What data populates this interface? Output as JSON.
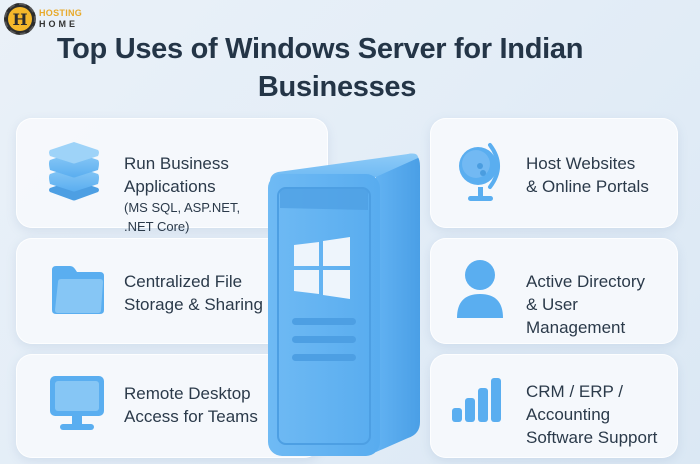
{
  "logo": {
    "letter": "H",
    "line1": "HOSTING",
    "line2": "HOME"
  },
  "title": {
    "line1": "Top Uses of Windows Server for Indian",
    "line2": "Businesses"
  },
  "center": {
    "icon": "windows-server-tower-icon"
  },
  "left_cards": [
    {
      "icon": "database-stack-icon",
      "line1": "Run Business",
      "line2": "Applications",
      "sub1": "(MS SQL, ASP.NET,",
      "sub2": ".NET Core)"
    },
    {
      "icon": "folder-icon",
      "line1": "Centralized File",
      "line2": "Storage & Sharing"
    },
    {
      "icon": "monitor-icon",
      "line1": "Remote Desktop",
      "line2": "Access for Teams"
    }
  ],
  "right_cards": [
    {
      "icon": "globe-icon",
      "line1": "Host Websites",
      "line2": "& Online Portals"
    },
    {
      "icon": "user-icon",
      "line1": "Active Directory",
      "line2": "& User Management"
    },
    {
      "icon": "bar-chart-icon",
      "line1": "CRM / ERP /",
      "line2": "Accounting",
      "line3": "Software Support"
    }
  ],
  "colors": {
    "accent": "#5aaef0",
    "accent_dark": "#3f95dc",
    "title": "#243547",
    "text": "#2b3a4a",
    "logo_gold": "#e8a92a"
  }
}
